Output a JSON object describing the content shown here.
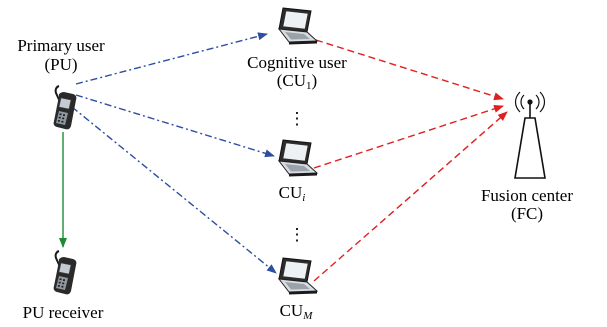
{
  "labels": {
    "pu_title": "Primary user",
    "pu_abbr": "(PU)",
    "cu1_title": "Cognitive user",
    "cu1_paren_open": "(CU",
    "cu1_sub": "1",
    "cu1_paren_close": ")",
    "cui_main": "CU",
    "cui_sub": "i",
    "cum_main": "CU",
    "cum_sub": "M",
    "fc_title": "Fusion center",
    "fc_abbr": "(FC)",
    "pu_receiver": "PU receiver",
    "dots": "⋮"
  },
  "colors": {
    "sensing_link": "#2e4ea2",
    "report_link": "#e02020",
    "primary_link": "#1e8a35",
    "device_gray": "#9098a0",
    "device_dark": "#1a1a1a"
  },
  "icons": {
    "phone": "mobile-phone-icon",
    "laptop": "laptop-icon",
    "antenna": "antenna-tower-icon"
  }
}
